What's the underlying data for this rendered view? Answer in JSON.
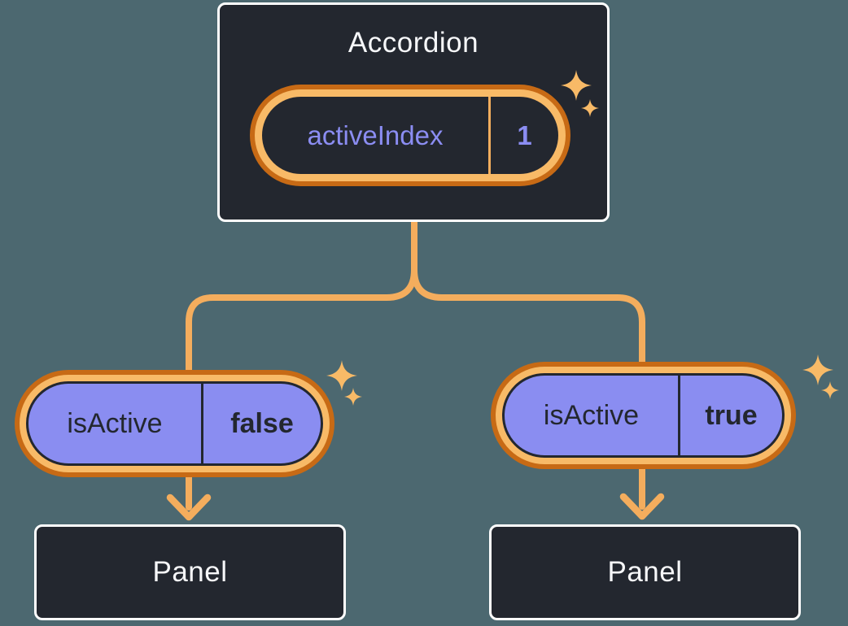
{
  "root": {
    "title": "Accordion",
    "state": {
      "name": "activeIndex",
      "value": "1"
    }
  },
  "children": [
    {
      "state": {
        "name": "isActive",
        "value": "false"
      },
      "panel": "Panel"
    },
    {
      "state": {
        "name": "isActive",
        "value": "true"
      },
      "panel": "Panel"
    }
  ],
  "colors": {
    "background": "#4C6870",
    "card_bg": "#23272F",
    "card_border": "#FFFFFF",
    "ring_outer": "#C76A15",
    "ring_inner": "#F8BA67",
    "connector": "#F4AD5D",
    "pill_fill": "#8A8DF1",
    "state_text_dark": "#23272F",
    "state_text_purple": "#8B8DF2",
    "title_text": "#F6F7F9",
    "sparkle": "#F8BA67",
    "pill_divider_light": "#F5AE5E"
  }
}
